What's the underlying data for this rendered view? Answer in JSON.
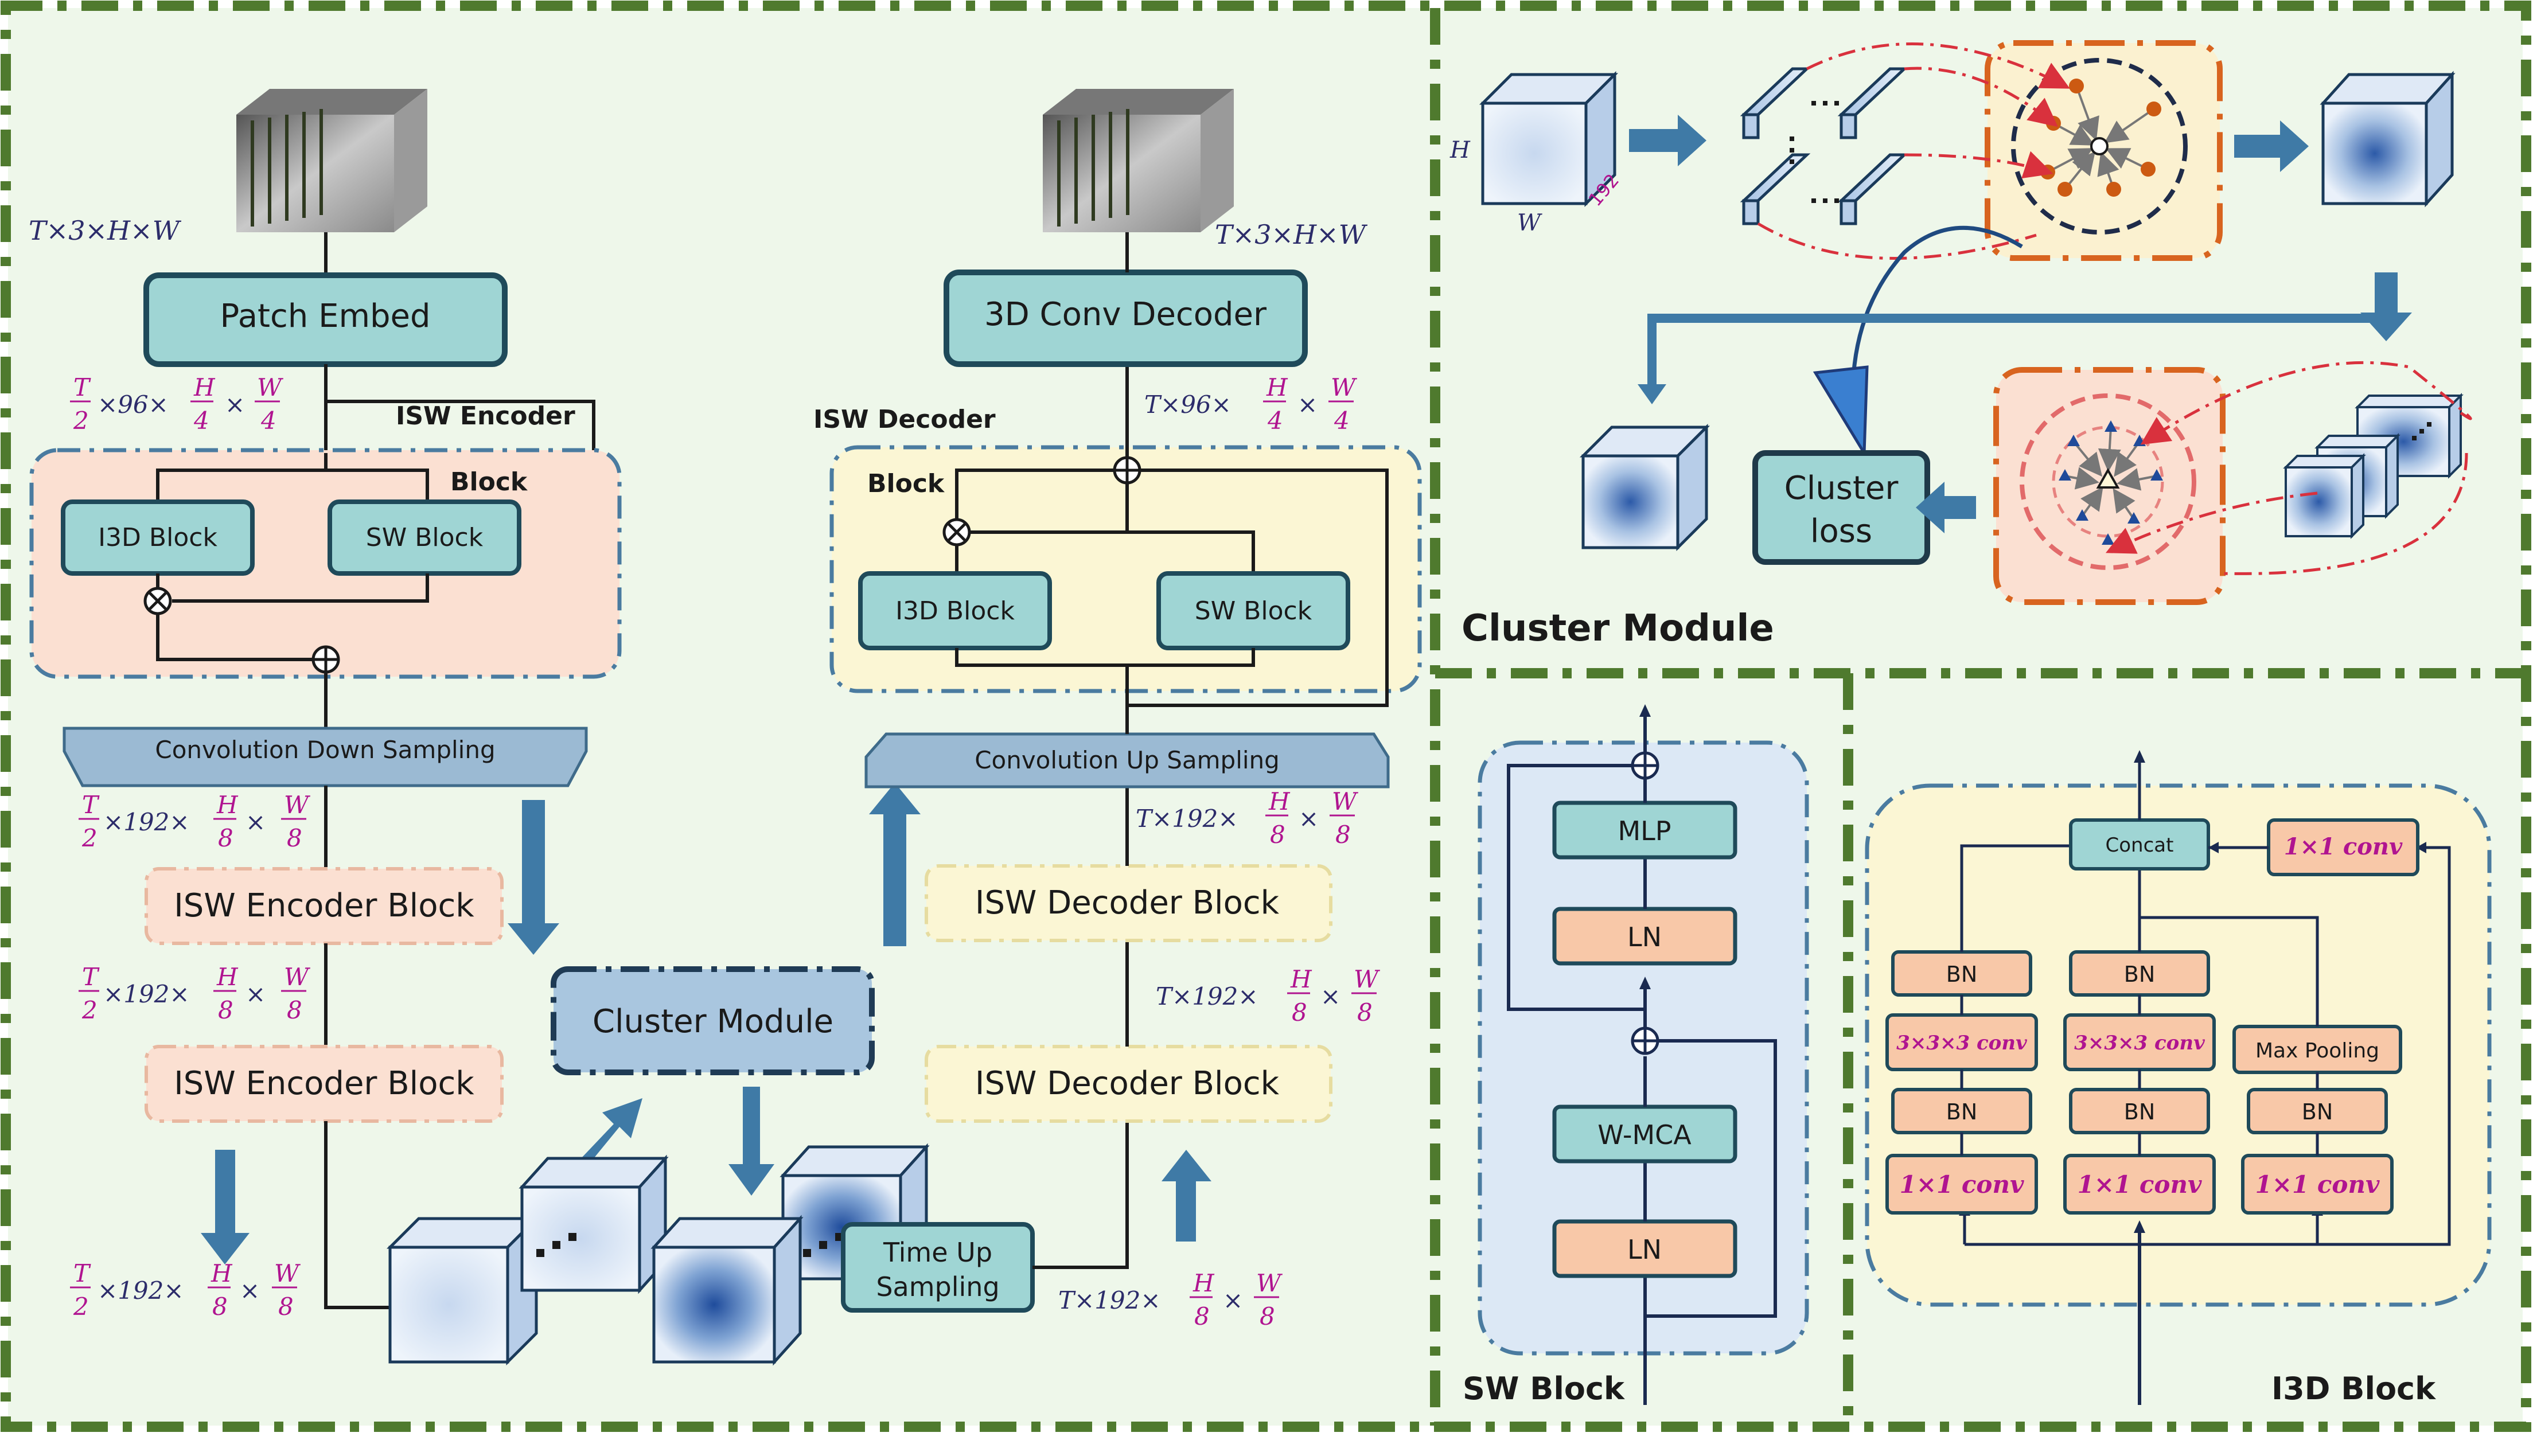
{
  "colors": {
    "panel_bg": "#eef7ea",
    "frame_green": "#4f7a2e",
    "box_teal": "#9fd5d4",
    "box_border": "#1f4a5a",
    "encoder_bg": "#fbe0d2",
    "decoder_bg": "#fbf6d4",
    "blue_arrow": "#3f7aa6",
    "cluster_box": "#a9c6df",
    "title_navy": "#0e2c5a",
    "sampling_bar": "#9bbad3",
    "magenta": "#c0138f",
    "orange_dash": "#d8641f",
    "red_dash": "#d9313d",
    "cube_blue": "#2a55a8"
  },
  "main": {
    "patch_embed": "Patch Embed",
    "conv_decoder": "3D Conv Decoder",
    "isw_encoder": "ISW Encoder",
    "isw_decoder": "ISW Decoder",
    "block": "Block",
    "i3d_block": "I3D Block",
    "sw_block": "SW Block",
    "conv_down": "Convolution Down Sampling",
    "conv_up": "Convolution Up Sampling",
    "isw_encoder_block": "ISW Encoder Block",
    "isw_decoder_block": "ISW Decoder Block",
    "cluster_module": "Cluster Module",
    "time_up_1": "Time Up",
    "time_up_2": "Sampling",
    "dots": "· · ·"
  },
  "dims": {
    "input": "T×3×H×W",
    "output": "T×3×H×W",
    "enc_96": "×96×",
    "dec_96": "T×96×",
    "x192": "×192×",
    "dec_192": "T×192×",
    "T": "T",
    "two": "2",
    "H": "H",
    "W": "W",
    "four": "4",
    "eight": "8",
    "times": "×"
  },
  "cluster": {
    "title": "Cluster Module",
    "loss_1": "Cluster",
    "loss_2": "loss",
    "H": "H",
    "W": "W",
    "c192": "192"
  },
  "sw": {
    "title": "SW Block",
    "mlp": "MLP",
    "ln": "LN",
    "wmca": "W-MCA"
  },
  "i3d": {
    "title": "I3D Block",
    "concat": "Concat",
    "conv1x1": "1×1  conv",
    "bn": "BN",
    "conv333": "3×3×3  conv",
    "maxpool": "Max Pooling"
  }
}
